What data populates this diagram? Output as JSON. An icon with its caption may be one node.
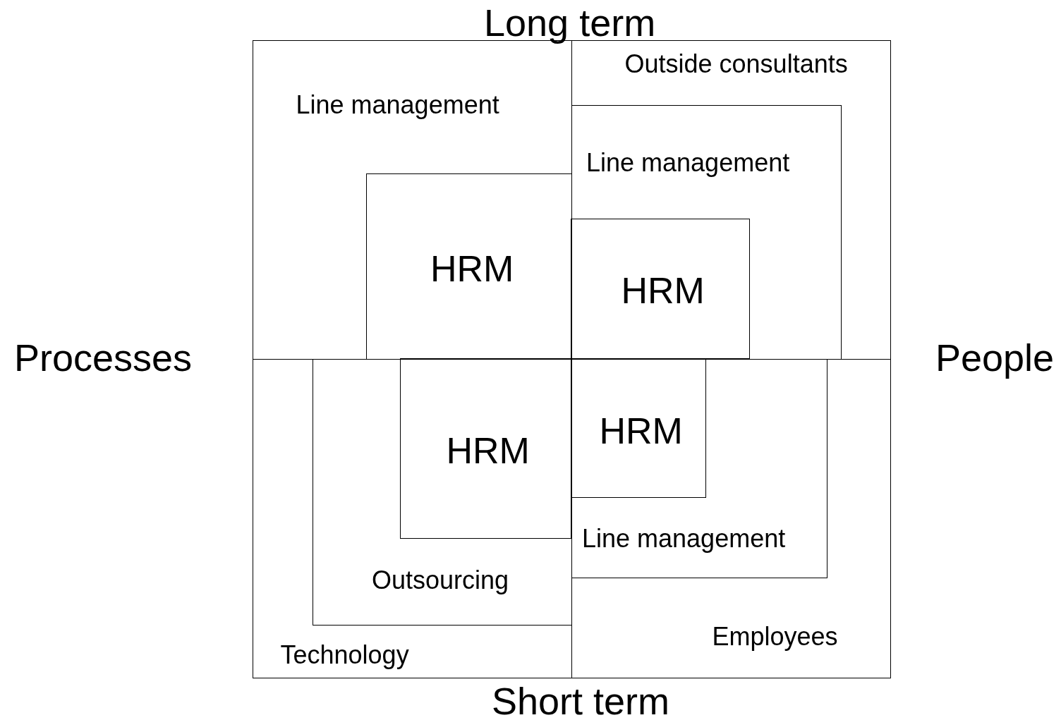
{
  "diagram": {
    "nodes": [
      {
        "text": [
          "Line management"
        ]
      },
      {
        "text": [
          "HRM"
        ],
        "in": 0
      },
      {
        "text": [
          "Outside consultants"
        ]
      },
      {
        "text": [
          "Line management"
        ],
        "in": 2
      },
      {
        "text": [
          "HRM"
        ],
        "in": 3
      },
      {
        "text": [
          "Technology"
        ]
      },
      {
        "text": [
          "Outsourcing"
        ],
        "in": 5
      },
      {
        "text": [
          "HRM"
        ],
        "in": 6
      },
      {
        "text": [
          "Employees"
        ]
      },
      {
        "text": [
          "Line management"
        ],
        "in": 8
      },
      {
        "text": [
          "HRM"
        ],
        "in": 9
      }
    ],
    "labels": [
      "Long term",
      "Processes",
      "People",
      "Short term"
    ]
  }
}
